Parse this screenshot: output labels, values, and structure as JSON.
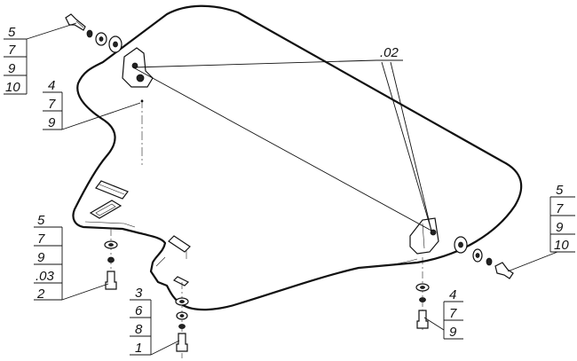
{
  "callouts": {
    "top_left": [
      "5",
      "7",
      "9",
      "10"
    ],
    "mid_left": [
      "4",
      "7",
      "9"
    ],
    "lower_left": [
      "5",
      "7",
      "9",
      ".03",
      "2"
    ],
    "bottom_center": [
      "3",
      "6",
      "8",
      "1"
    ],
    "bottom_right": [
      "4",
      "7",
      "9"
    ],
    "right": [
      "5",
      "7",
      "9",
      "10"
    ],
    "bracket_ref": ".02"
  },
  "colors": {
    "ink": "#111111",
    "paper": "#ffffff"
  }
}
